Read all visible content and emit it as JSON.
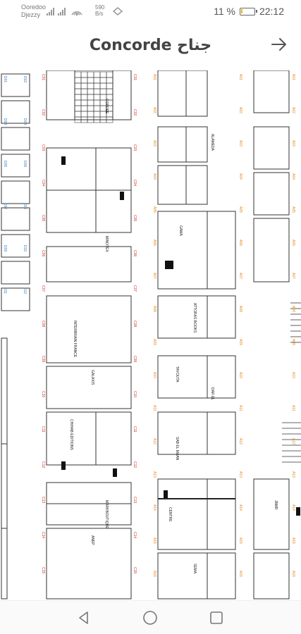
{
  "status": {
    "carrier_line1": "Ooredoo",
    "carrier_line2": "Djezzy",
    "speed_value": "590",
    "speed_unit": "B/s",
    "battery_pct": "11 %",
    "battery_level": 0.11,
    "time": "22:12",
    "battery_color": "#f2b400"
  },
  "header": {
    "title": "Concorde جناح",
    "back_icon": "arrow-right-icon"
  },
  "map": {
    "booth_id_color_red": "#d42b2b",
    "booth_id_color_orange": "#e8851a",
    "booth_id_color_blue": "#3a7fc0",
    "exhibitor_labels": [
      "CORDEE",
      "MINOTEX",
      "INTERBRAIN FRANCE",
      "GALAXIS",
      "CHIHAB EDITIONS",
      "MARKBOUTIQUE",
      "ANEP",
      "SEMA",
      "CENTRE",
      "SAB EL MAAN",
      "TAYOUTA",
      "ATTORAS BOOKS",
      "GAMA",
      "ALAMEDA",
      "DAR EL",
      "JBMR"
    ],
    "booth_ids_left": [
      "C01",
      "C02",
      "C03",
      "C04",
      "C05",
      "C06",
      "C07",
      "C08",
      "C09",
      "C10",
      "C11",
      "C12",
      "C13",
      "C14",
      "C15"
    ],
    "booth_ids_mid": [
      "D01",
      "D02",
      "D03",
      "D04",
      "D05",
      "D06",
      "D07",
      "D08",
      "D09",
      "D10",
      "D11",
      "D12"
    ],
    "booth_ids_right": [
      "A01",
      "A02",
      "A03",
      "A04",
      "A05",
      "A06",
      "A07",
      "A08",
      "A09",
      "A10",
      "A11",
      "A12",
      "A13",
      "A14",
      "A15",
      "A16"
    ]
  },
  "navbar": {
    "back_icon": "triangle-back-icon",
    "home_icon": "circle-home-icon",
    "recents_icon": "square-recents-icon"
  }
}
